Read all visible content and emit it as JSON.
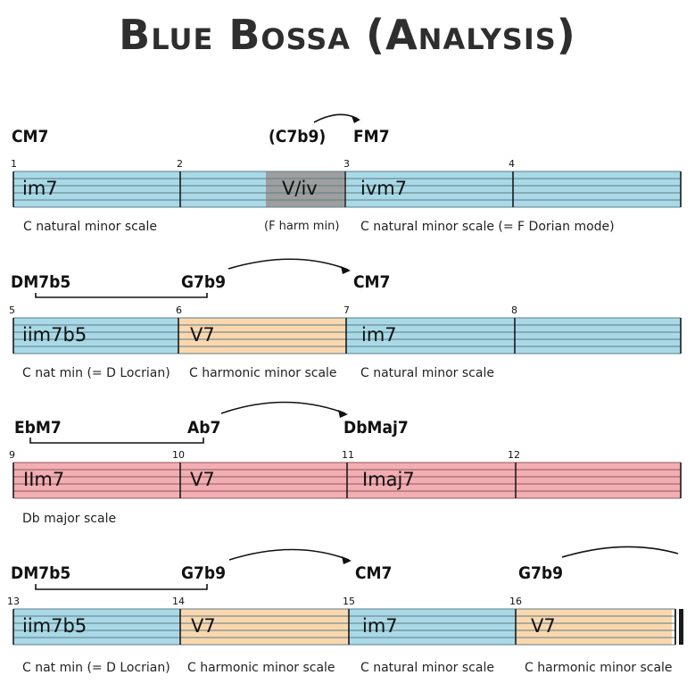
{
  "title": "Blue Bossa (Analysis)",
  "rows": [
    {
      "chords": [
        "CM7",
        "(C7b9)",
        "FM7"
      ],
      "measures": [
        "1",
        "2",
        "3",
        "4"
      ],
      "functions": [
        "im7",
        "V/iv",
        "ivm7"
      ],
      "scales": [
        "C natural minor scale",
        "(F harm min)",
        "C natural minor scale (= F Dorian mode)"
      ]
    },
    {
      "chords": [
        "DM7b5",
        "G7b9",
        "CM7"
      ],
      "measures": [
        "5",
        "6",
        "7",
        "8"
      ],
      "functions": [
        "iim7b5",
        "V7",
        "im7"
      ],
      "scales": [
        "C nat min (= D Locrian)",
        "C harmonic minor scale",
        "C natural minor scale"
      ]
    },
    {
      "chords": [
        "EbM7",
        "Ab7",
        "DbMaj7"
      ],
      "measures": [
        "9",
        "10",
        "11",
        "12"
      ],
      "functions": [
        "IIm7",
        "V7",
        "Imaj7"
      ],
      "scales": [
        "Db major scale"
      ]
    },
    {
      "chords": [
        "DM7b5",
        "G7b9",
        "CM7",
        "G7b9"
      ],
      "measures": [
        "13",
        "14",
        "15",
        "16"
      ],
      "functions": [
        "iim7b5",
        "V7",
        "im7",
        "V7"
      ],
      "scales": [
        "C nat min (= D Locrian)",
        "C harmonic minor scale",
        "C natural minor scale",
        "C harmonic minor scale"
      ]
    }
  ],
  "colors": {
    "blue": "#a9d9e6",
    "orange": "#fbd7ae",
    "red": "#f2aeb2",
    "gray": "#9e9e9e",
    "line": "#1a1a1a"
  }
}
